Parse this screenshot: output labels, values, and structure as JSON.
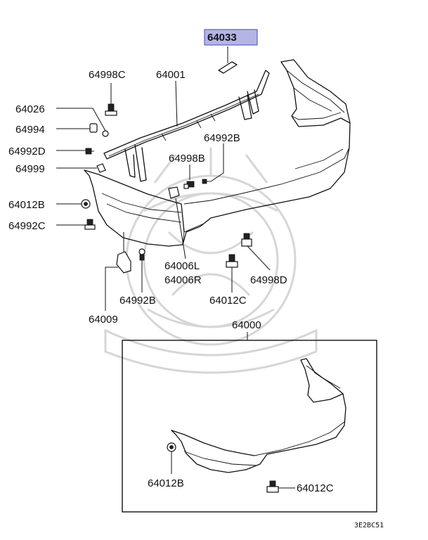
{
  "labels": {
    "p64033": "64033",
    "p64998C": "64998C",
    "p64001": "64001",
    "p64026": "64026",
    "p64994": "64994",
    "p64992D": "64992D",
    "p64999": "64999",
    "p64992B_top": "64992B",
    "p64998B": "64998B",
    "p64012B_left": "64012B",
    "p64992C": "64992C",
    "p64006L": "64006L",
    "p64006R": "64006R",
    "p64998D": "64998D",
    "p64012C_mid": "64012C",
    "p64992B_bottom": "64992B",
    "p64009": "64009",
    "p64000": "64000",
    "p64012B_box": "64012B",
    "p64012C_box": "64012C"
  },
  "figure_code": "3E2BC51",
  "colors": {
    "highlight_fill": "#b3b5e6",
    "highlight_stroke": "#5c62c8",
    "line": "#111111"
  }
}
